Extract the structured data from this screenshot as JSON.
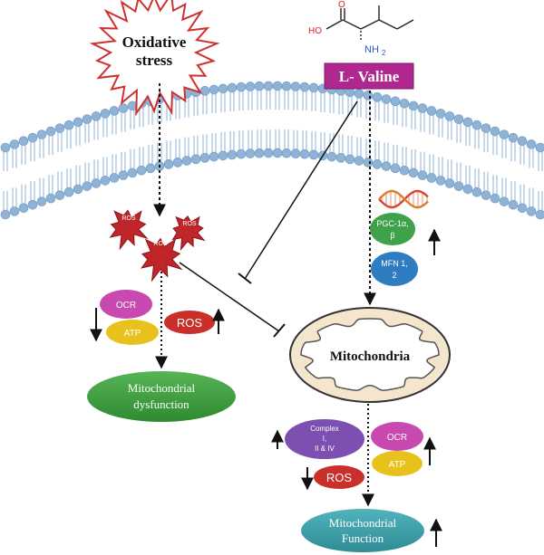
{
  "stress": {
    "line1": "Oxidative",
    "line2": "stress"
  },
  "valine": {
    "label": "L- Valine",
    "structure": {
      "ho": "HO",
      "o": "O",
      "nh2": "NH",
      "nh2_sub": "2"
    }
  },
  "ros_bursts": {
    "a": "ROS",
    "b": "ROS",
    "c": "ROS"
  },
  "left": {
    "ocr": "OCR",
    "atp": "ATP",
    "ros": "ROS",
    "outcome": {
      "line1": "Mitochondrial",
      "line2": "dysfunction"
    }
  },
  "gene": {
    "pgc": {
      "line1": "PGC-1α,",
      "line2": "β"
    },
    "mfn": {
      "line1": "MFN 1,",
      "line2": "2"
    }
  },
  "mito": {
    "label": "Mitochondria"
  },
  "right": {
    "complex": {
      "line1": "Complex",
      "line2": "I,",
      "line3": "II & IV"
    },
    "ros": "ROS",
    "ocr": "OCR",
    "atp": "ATP",
    "outcome": {
      "line1": "Mitochondrial",
      "line2": "Function"
    }
  },
  "colors": {
    "membrane_head": "#8fb3d6",
    "membrane_tail": "#a9c4df",
    "valine_box": "#b0288f",
    "ros_star": "#c0252a",
    "ocr": "#c84ab0",
    "atp": "#e7c21d",
    "ros_pill": "#c9302c",
    "dysfunction": "#3d9a3a",
    "pgc": "#3fa24a",
    "mfn": "#2f7dc0",
    "complex": "#7d4fb0",
    "function": "#3a9aa4",
    "mito_outer": "#f3e6cc",
    "stress_outline": "#cf3030"
  }
}
